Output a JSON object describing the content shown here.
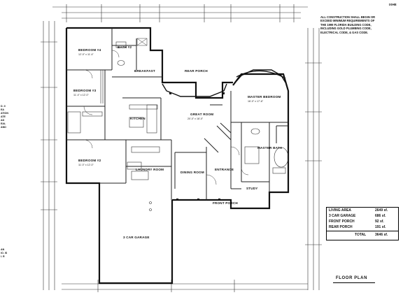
{
  "header_fragment": "IXHE",
  "left_edge_text": [
    "D. II",
    "EA",
    "ATION",
    "ATE",
    "AD",
    "EAL",
    "AND",
    "AN",
    "IO. IS",
    "I. R"
  ],
  "notes": [
    "ALL CONSTRUCTION SHALL BEGIN OR",
    "EXCEED MINIMUM REQUIREMENTS OF",
    "THE 1999 FLORIDA BUILDING CODE,",
    "INCLUDING GOLD PLUMBING CODE,",
    "ELECTRICAL CODE, & GAS CODE."
  ],
  "rooms": [
    {
      "name": "BEDROOM #4",
      "dims": "12'-0\" x 11'-4\""
    },
    {
      "name": "BATH #2",
      "dims": ""
    },
    {
      "name": "BEDROOM #3",
      "dims": "11'-4\" x 12'-0\""
    },
    {
      "name": "BEDROOM #2",
      "dims": "11'-0\" x 12'-0\""
    },
    {
      "name": "BREAKFAST",
      "dims": ""
    },
    {
      "name": "REAR PORCH",
      "dims": ""
    },
    {
      "name": "MASTER BEDROOM",
      "dims": "16'-0\" x 17'-6\""
    },
    {
      "name": "KITCHEN",
      "dims": ""
    },
    {
      "name": "GREAT ROOM",
      "dims": "20'-0\" x 18'-0\""
    },
    {
      "name": "LAUNDRY ROOM",
      "dims": ""
    },
    {
      "name": "DINING ROOM",
      "dims": ""
    },
    {
      "name": "ENTRANCE",
      "dims": ""
    },
    {
      "name": "MASTER BATH",
      "dims": ""
    },
    {
      "name": "STUDY",
      "dims": ""
    },
    {
      "name": "FRONT PORCH",
      "dims": ""
    },
    {
      "name": "3 CAR GARAGE",
      "dims": ""
    }
  ],
  "area_table": [
    {
      "label": "LIVING AREA",
      "value": "2649 sf."
    },
    {
      "label": "3 CAR GARAGE",
      "value": "686 sf."
    },
    {
      "label": "FRONT PORCH",
      "value": "92 sf."
    },
    {
      "label": "REAR PORCH",
      "value": "191 sf."
    },
    {
      "label": "TOTAL",
      "value": "3646 sf."
    }
  ],
  "drawing_title": "FLOOR PLAN"
}
